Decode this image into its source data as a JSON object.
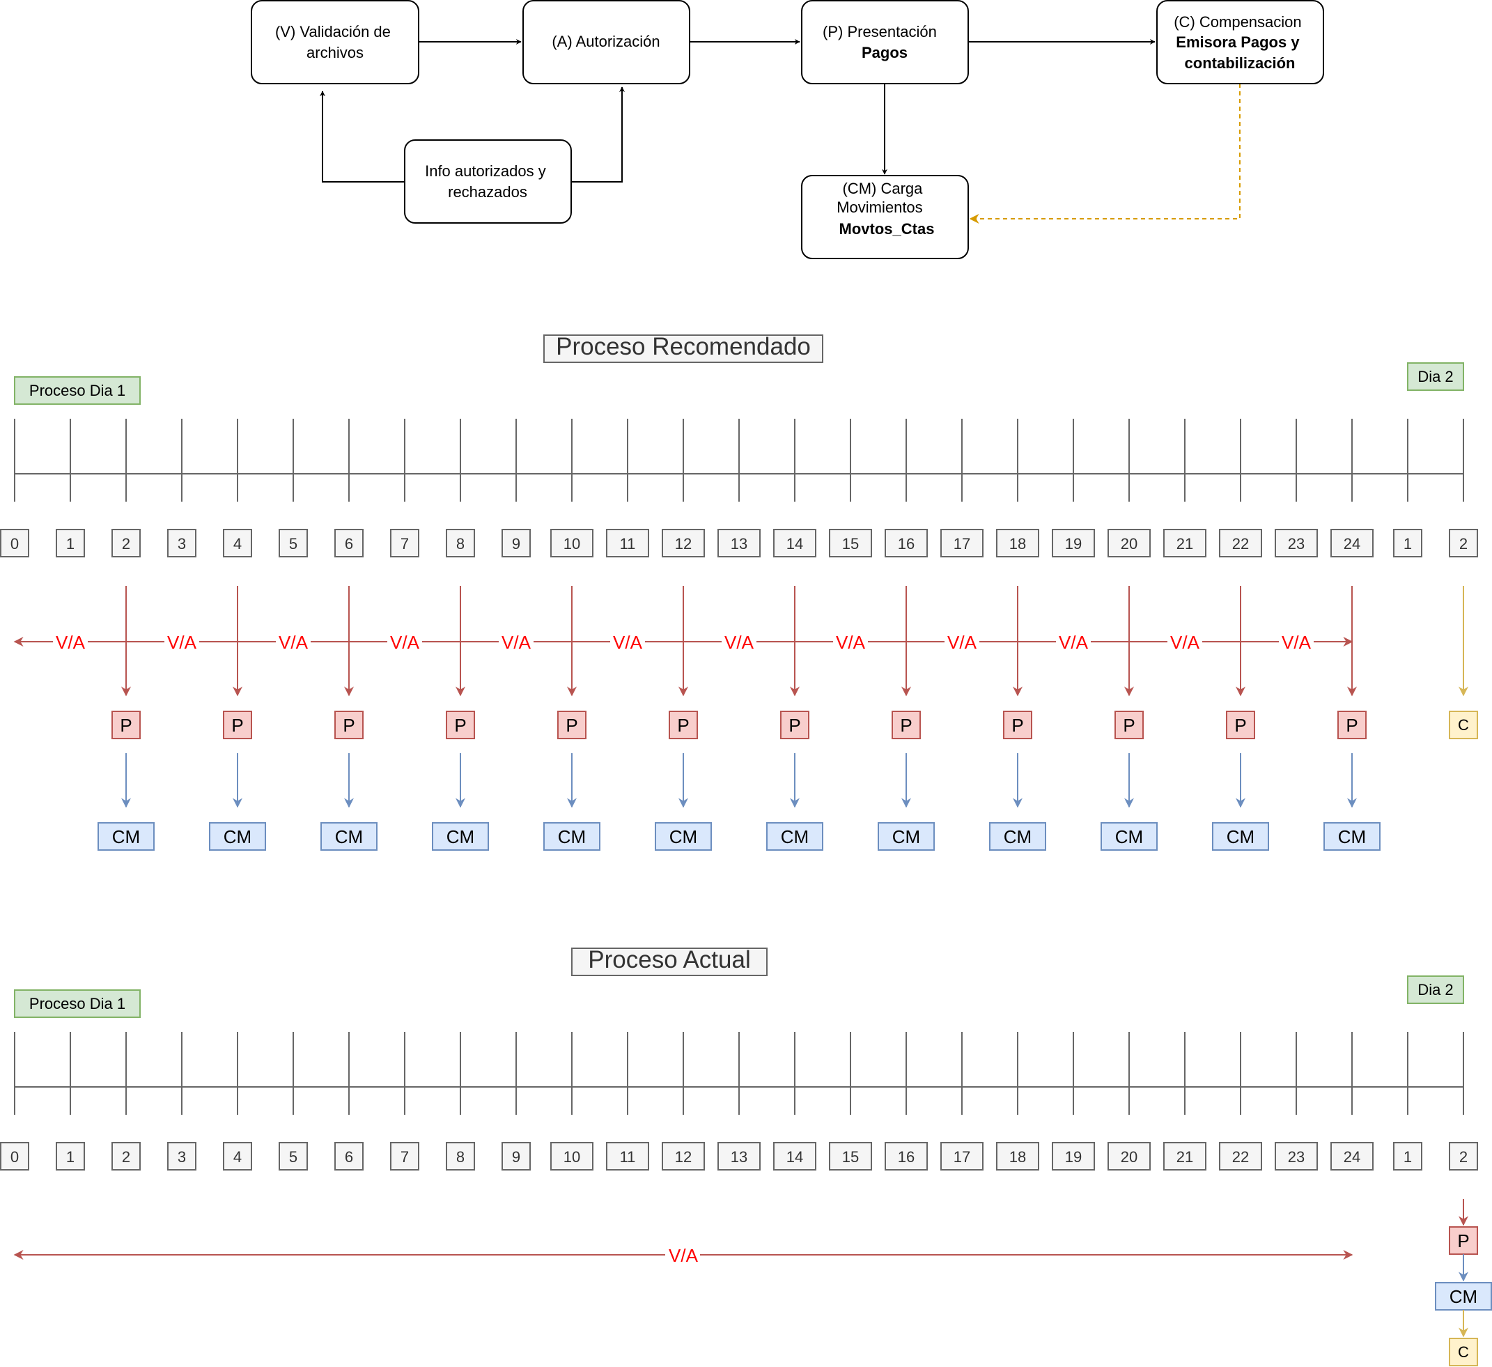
{
  "flow": {
    "validacion": {
      "lines": [
        "(V) Validación de",
        "archivos"
      ]
    },
    "autorizacion": {
      "lines": [
        "(A) Autorización"
      ]
    },
    "presentacion": {
      "lines": [
        "(P) Presentación"
      ],
      "bold": [
        "Pagos"
      ]
    },
    "compensacion": {
      "lines": [
        "(C) Compensacion"
      ],
      "bold": [
        "Emisora Pagos y",
        "contabilización"
      ]
    },
    "info": {
      "lines": [
        "Info autorizados y",
        "rechazados"
      ]
    },
    "carga": {
      "lines": [
        "(CM) Carga",
        "Movimientos"
      ],
      "bold": [
        "Movtos_Ctas"
      ]
    }
  },
  "hour_labels": [
    "0",
    "1",
    "2",
    "3",
    "4",
    "5",
    "6",
    "7",
    "8",
    "9",
    "10",
    "11",
    "12",
    "13",
    "14",
    "15",
    "16",
    "17",
    "18",
    "19",
    "20",
    "21",
    "22",
    "23",
    "24",
    "1",
    "2"
  ],
  "recomendado": {
    "title": "Proceso Recomendado",
    "day1_label": "Proceso Dia 1",
    "day2_label": "Dia 2",
    "va_label": "V/A",
    "p_label": "P",
    "cm_label": "CM",
    "c_label": "C",
    "p_hours": [
      2,
      4,
      6,
      8,
      10,
      12,
      14,
      16,
      18,
      20,
      22,
      24
    ]
  },
  "actual": {
    "title": "Proceso Actual",
    "day1_label": "Proceso Dia 1",
    "day2_label": "Dia 2",
    "va_label": "V/A",
    "p_label": "P",
    "cm_label": "CM",
    "c_label": "C"
  },
  "colors": {
    "red_stroke": "#b85450",
    "red_fill": "#f8cecc",
    "red_text": "#ff0000",
    "blue_stroke": "#6c8ebf",
    "blue_fill": "#dae8fc",
    "yellow_stroke": "#d6b656",
    "yellow_fill": "#fff2cc",
    "green_stroke": "#82b366",
    "green_fill": "#d5e8d4",
    "gray_stroke": "#666666",
    "gray_fill": "#f5f5f5",
    "dashed_orange": "#d79b00"
  }
}
